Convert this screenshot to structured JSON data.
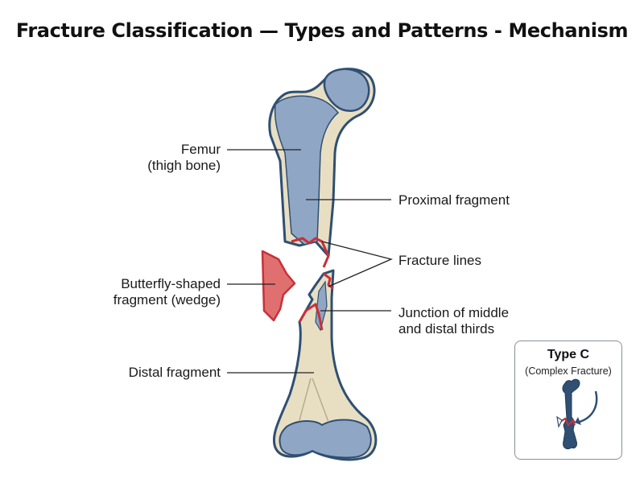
{
  "title": "Fracture Classification — Types and Patterns - Mechanism",
  "labels": {
    "femur_line1": "Femur",
    "femur_line2": "(thigh bone)",
    "proximal": "Proximal fragment",
    "fracture_lines": "Fracture lines",
    "butterfly_line1": "Butterfly-shaped",
    "butterfly_line2": "fragment (wedge)",
    "junction_line1": "Junction of middle",
    "junction_line2": "and distal thirds",
    "distal": "Distal fragment"
  },
  "inset": {
    "title": "Type C",
    "subtitle": "(Complex Fracture)"
  },
  "colors": {
    "bone_fill": "#e8dfc3",
    "bone_outline": "#2f4f73",
    "marrow": "#8fa6c4",
    "fragment_red": "#e07070",
    "fracture_red": "#c8303a",
    "leader": "#222222"
  }
}
